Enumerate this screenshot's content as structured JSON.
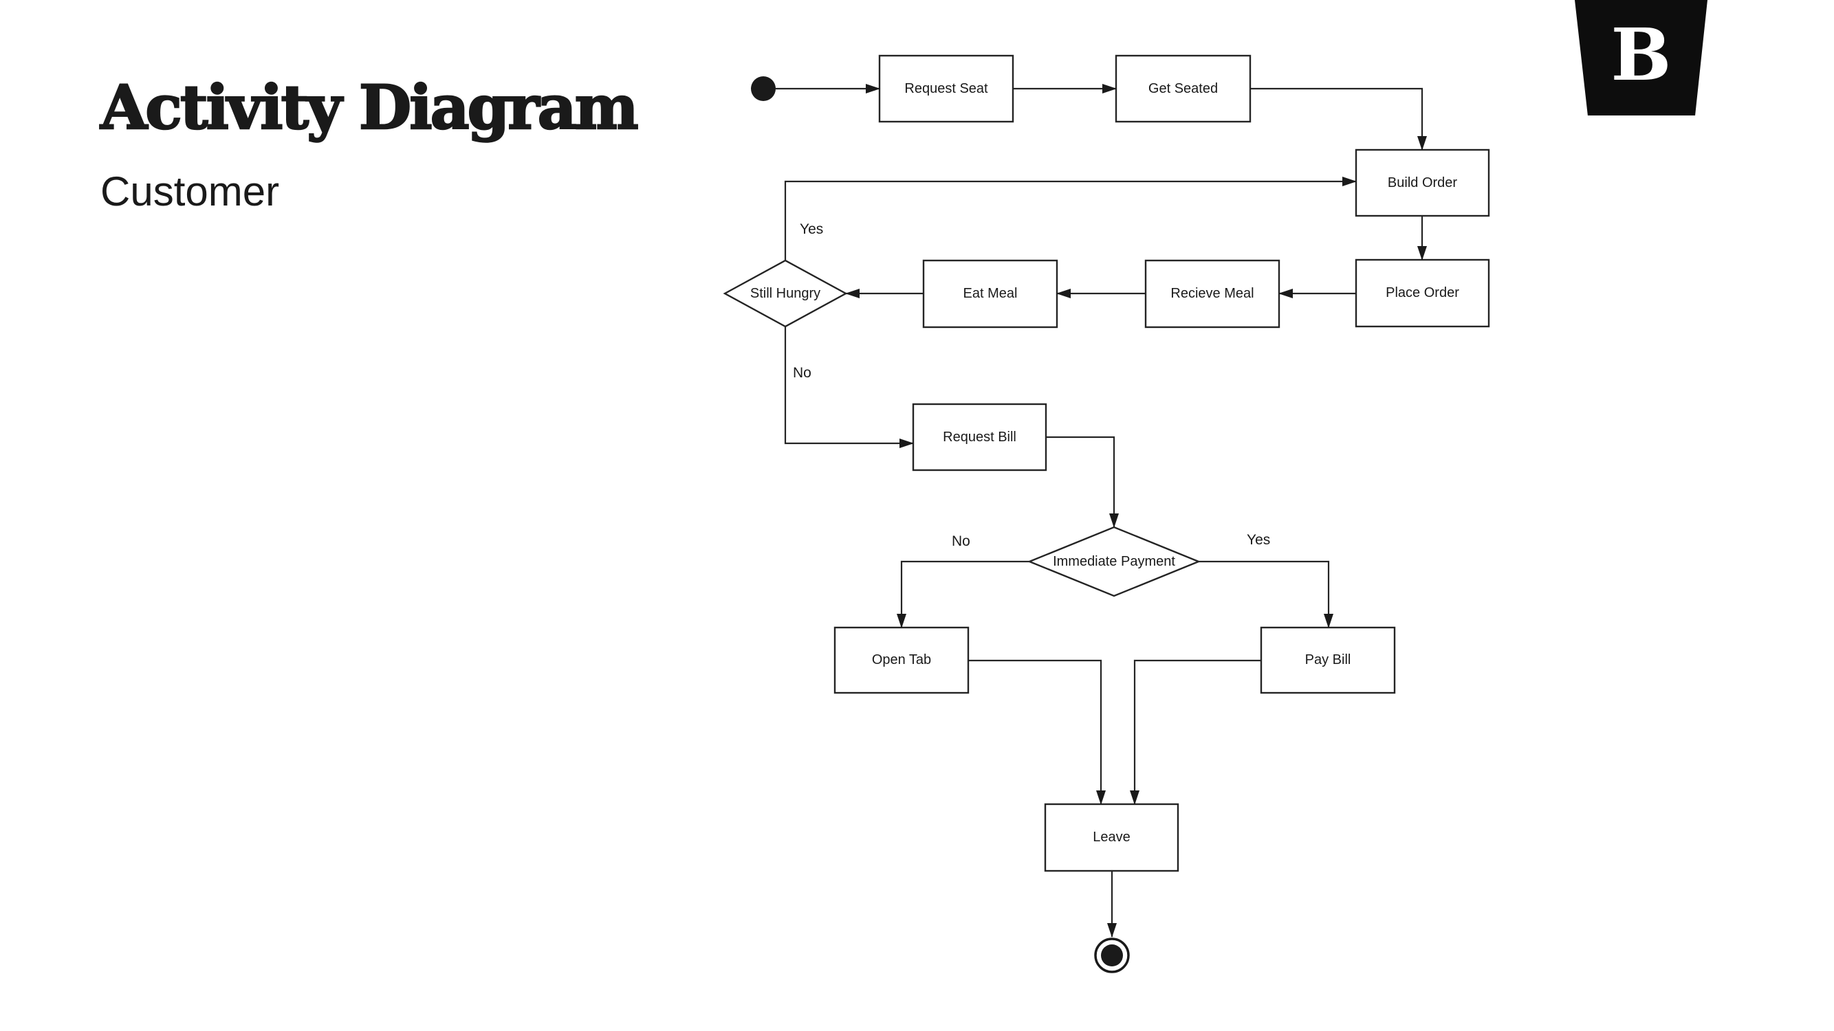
{
  "header": {
    "title": "Activity Diagram",
    "subtitle": "Customer"
  },
  "logo": {
    "letter": "B"
  },
  "colors": {
    "background": "#ffffff",
    "ink": "#1a1a1a",
    "line": "#242424",
    "logo_bg": "#0d0d0d",
    "logo_fg": "#ffffff"
  },
  "diagram": {
    "nodes": {
      "request_seat": {
        "label": "Request Seat",
        "type": "action"
      },
      "get_seated": {
        "label": "Get Seated",
        "type": "action"
      },
      "build_order": {
        "label": "Build Order",
        "type": "action"
      },
      "place_order": {
        "label": "Place Order",
        "type": "action"
      },
      "recieve_meal": {
        "label": "Recieve Meal",
        "type": "action"
      },
      "eat_meal": {
        "label": "Eat Meal",
        "type": "action"
      },
      "still_hungry": {
        "label": "Still Hungry",
        "type": "decision"
      },
      "request_bill": {
        "label": "Request Bill",
        "type": "action"
      },
      "immediate_payment": {
        "label": "Immediate Payment",
        "type": "decision"
      },
      "open_tab": {
        "label": "Open Tab",
        "type": "action"
      },
      "pay_bill": {
        "label": "Pay Bill",
        "type": "action"
      },
      "leave": {
        "label": "Leave",
        "type": "action"
      }
    },
    "edge_labels": {
      "still_hungry_yes": "Yes",
      "still_hungry_no": "No",
      "immediate_payment_no": "No",
      "immediate_payment_yes": "Yes"
    }
  }
}
